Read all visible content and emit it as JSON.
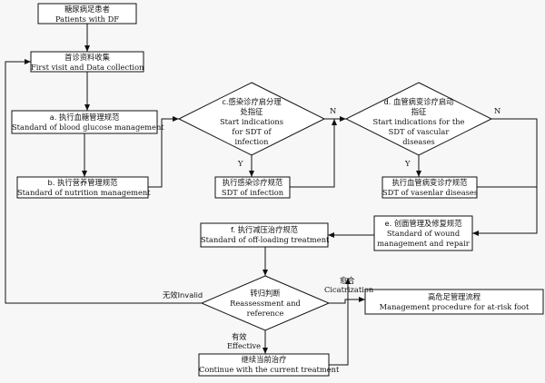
{
  "nodes": {
    "patients": {
      "zh": "糖尿病足患者",
      "en": "Patients with DF"
    },
    "first_visit": {
      "zh": "首诊资料收集",
      "en": "First visit and Data collection"
    },
    "glucose": {
      "zh": "a. 执行血糖管理规范",
      "en": "Standard of blood glucose management"
    },
    "nutrition": {
      "zh": "b. 执行营养管理规范",
      "en": "Standard of nutrition management"
    },
    "infection_decision": {
      "zh1": "c.感染诊疗启分理",
      "zh2": "处指征",
      "en1": "Start indications",
      "en2": "for SDT of",
      "en3": "infection"
    },
    "vascular_decision": {
      "zh1": "d. 血管病变诊疗启动",
      "zh2": "指征",
      "en1": "Start indications for the",
      "en2": "SDT of vascular",
      "en3": "diseases"
    },
    "infection_sdt": {
      "zh": "执行感染诊疗规范",
      "en": "SDT of infection"
    },
    "vascular_sdt": {
      "zh": "执行血管病变诊疗规范",
      "en": "SDT of vasenlar diseases"
    },
    "wound": {
      "zh": "e. 创面管理及修复规范",
      "en1": "Standard of wound",
      "en2": "management and repair"
    },
    "offloading": {
      "zh": "f. 执行减压治疗规范",
      "en": "Standard of off-loading treatment"
    },
    "reassessment": {
      "zh": "转归判断",
      "en1": "Reassessment and",
      "en2": "reference"
    },
    "atrisk": {
      "zh": "高危足管理流程",
      "en": "Management procedure for at-risk foot"
    },
    "continue": {
      "zh": "继续当前治疗",
      "en": "Continue with the current treatment"
    }
  },
  "edge_labels": {
    "y1": "Y",
    "n1": "N",
    "y2": "Y",
    "n2": "N",
    "invalid": "无效Invalid",
    "cicatrization_zh": "愈合",
    "cicatrization_en": "Cicatrization",
    "effective_zh": "有效",
    "effective_en": "Effective"
  }
}
